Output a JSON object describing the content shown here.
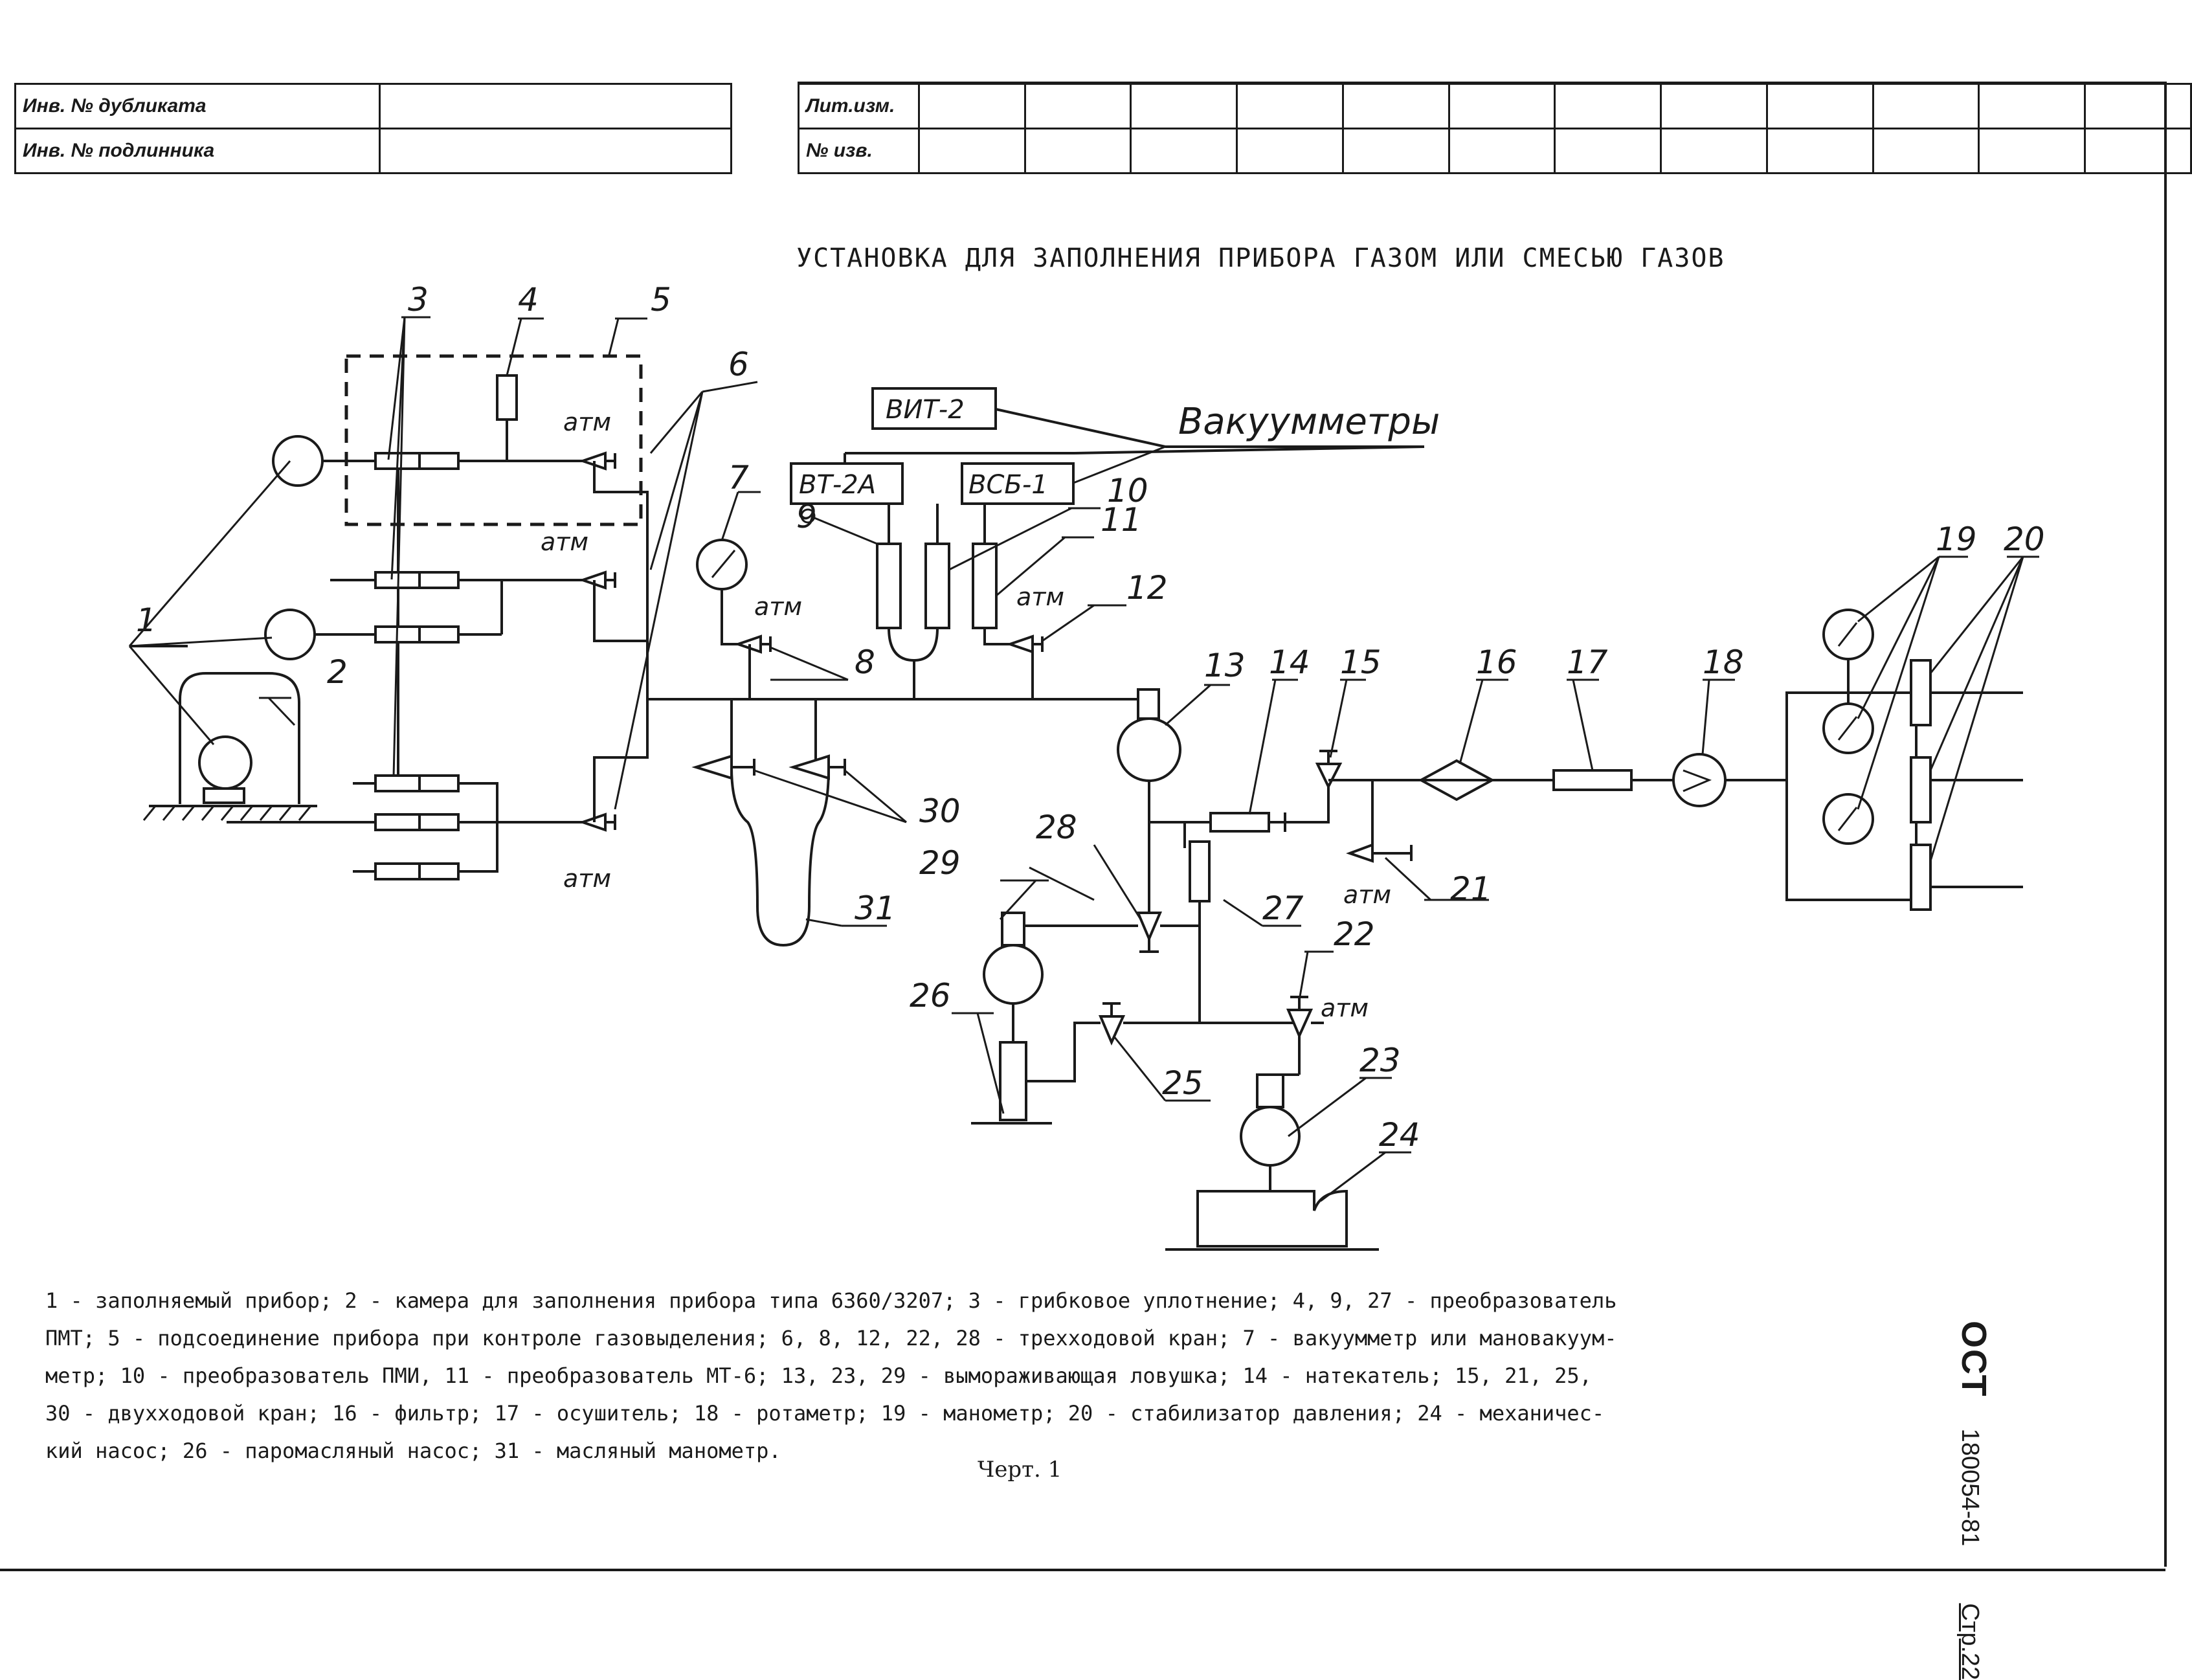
{
  "stamp": {
    "left_rows": [
      {
        "label": "Инв. № дубликата",
        "value": ""
      },
      {
        "label": "Инв. № подлинника",
        "value": ""
      }
    ],
    "right_rows": [
      {
        "label": "Лит.изм."
      },
      {
        "label": "№ изв."
      }
    ]
  },
  "title": "УСТАНОВКА ДЛЯ ЗАПОЛНЕНИЯ ПРИБОРА ГАЗОМ ИЛИ СМЕСЬЮ ГАЗОВ",
  "diagram": {
    "boxes": {
      "vit2": "ВИТ-2",
      "vt2a": "ВТ-2А",
      "vsb1": "ВСБ-1"
    },
    "vacuum_label": "Вакуумметры",
    "atm": "атм",
    "refs": [
      "1",
      "2",
      "3",
      "4",
      "5",
      "6",
      "7",
      "8",
      "9",
      "10",
      "11",
      "12",
      "13",
      "14",
      "15",
      "16",
      "17",
      "18",
      "19",
      "20",
      "21",
      "22",
      "23",
      "24",
      "25",
      "26",
      "27",
      "28",
      "29",
      "30",
      "31"
    ]
  },
  "legend": [
    "1 - заполняемый прибор; 2 - камера для заполнения прибора типа 6360/3207; 3 - грибковое уплотнение; 4, 9, 27 - преобразователь",
    "ПМТ; 5 - подсоединение прибора при контроле газовыделения; 6, 8, 12, 22, 28 - трехходовой кран; 7 - вакуумметр или мановакуум-",
    "метр; 10 - преобразователь ПМИ, 11 - преобразователь МТ-6; 13, 23, 29 - вымораживающая ловушка; 14 - натекатель; 15, 21, 25,",
    "30 - двухходовой кран; 16 - фильтр; 17 - осушитель; 18 - ротаметр; 19 - манометр; 20 - стабилизатор давления; 24 - механичес-",
    "кий насос; 26 - паромасляный насос; 31 - масляный манометр."
  ],
  "caption": "Черт. 1",
  "side_stamp": {
    "standard": "ОСТ",
    "number": "180054-81",
    "page": "Стр.22"
  }
}
